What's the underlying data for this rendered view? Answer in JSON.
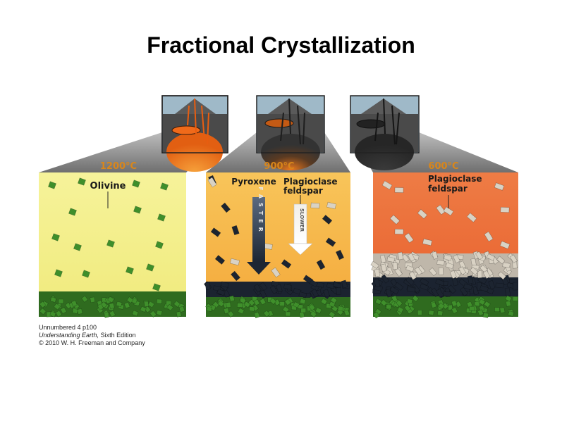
{
  "title": "Fractional Crystallization",
  "colors": {
    "magma_hot": "#f26a1b",
    "panel1_fill": "#f4f08a",
    "panel2_fill": "#f7b544",
    "panel3_fill": "#ea6a36",
    "olivine": "#3f8f2b",
    "pyroxene": "#1c2430",
    "plagioclase": "#d9d2c4",
    "temp_label": "#d9861a"
  },
  "panels": [
    {
      "temperature": "1200°C",
      "labels": {
        "primary": "Olivine"
      }
    },
    {
      "temperature": "900°C",
      "labels": {
        "primary": "Pyroxene",
        "secondary_line1": "Plagioclase",
        "secondary_line2": "feldspar"
      },
      "arrows": {
        "fast": "FASTER",
        "slow": "SLOWER"
      }
    },
    {
      "temperature": "600°C",
      "labels": {
        "primary_line1": "Plagioclase",
        "primary_line2": "feldspar"
      }
    }
  ],
  "credit": {
    "line1": "Unnumbered 4 p100",
    "line2_title": "Understanding Earth,",
    "line2_rest": " Sixth Edition",
    "line3": "© 2010 W. H. Freeman and Company"
  }
}
